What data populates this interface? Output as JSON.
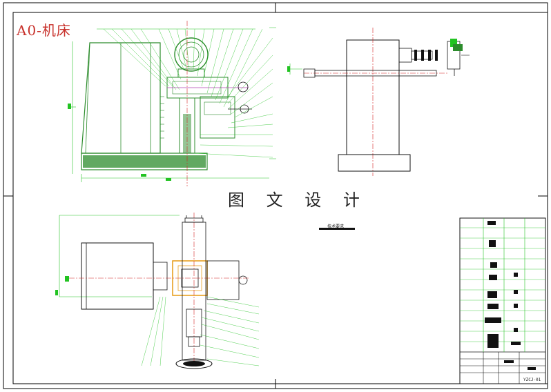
{
  "corner_title": "A0-机床",
  "watermark": "图 文 设 计",
  "drawing_number": "YZCJ-01",
  "small_label": "技术要求",
  "colors": {
    "frame": "#000000",
    "body": "#2c8c2c",
    "green_bright": "#22c322",
    "red_center": "#d22020",
    "orange_box": "#e8a020",
    "magenta": "#b040b0",
    "black": "#111111",
    "base_fill": "#2c8c2c"
  }
}
